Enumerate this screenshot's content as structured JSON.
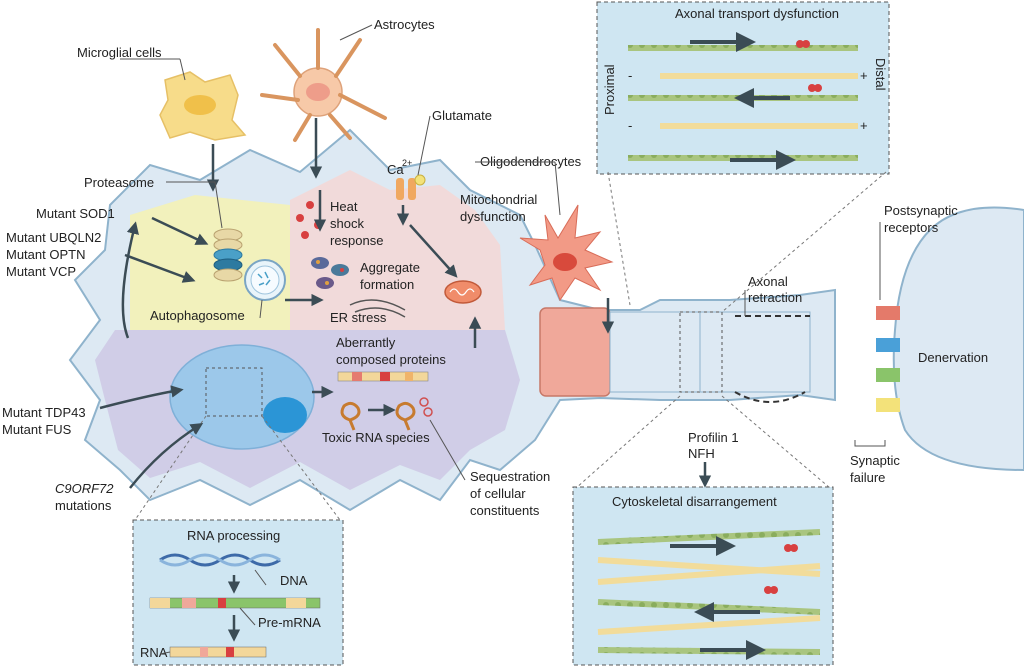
{
  "labels": {
    "microglial_cells": "Microglial cells",
    "astrocytes": "Astrocytes",
    "glutamate": "Glutamate",
    "ca2_ion": "Ca",
    "ca2_sup": "2+",
    "oligodendrocytes": "Oligodendrocytes",
    "proteasome": "Proteasome",
    "mutant_sod1": "Mutant SOD1",
    "mutant_ubqln2": "Mutant UBQLN2",
    "mutant_optn": "Mutant OPTN",
    "mutant_vcp": "Mutant VCP",
    "heat_shock_1": "Heat",
    "heat_shock_2": "shock",
    "heat_shock_3": "response",
    "aggregate_1": "Aggregate",
    "aggregate_2": "formation",
    "mito_1": "Mitochondrial",
    "mito_2": "dysfunction",
    "autophagosome": "Autophagosome",
    "er_stress": "ER stress",
    "aberrant_1": "Aberrantly",
    "aberrant_2": "composed proteins",
    "mutant_tdp43": "Mutant TDP43",
    "mutant_fus": "Mutant FUS",
    "toxic_rna": "Toxic RNA species",
    "c9orf72_1": "C9ORF72",
    "c9orf72_2": "mutations",
    "sequestration_1": "Sequestration",
    "sequestration_2": "of cellular",
    "sequestration_3": "constituents",
    "axonal_1": "Axonal",
    "axonal_2": "retraction",
    "postsynaptic_1": "Postsynaptic",
    "postsynaptic_2": "receptors",
    "denervation": "Denervation",
    "synaptic_1": "Synaptic",
    "synaptic_2": "failure",
    "profilin": "Profilin 1",
    "nfh": "NFH"
  },
  "boxes": {
    "axonal_transport": {
      "title": "Axonal transport dysfunction",
      "proximal": "Proximal",
      "distal": "Distal",
      "minus": "-",
      "plus": "+"
    },
    "cytoskeletal": {
      "title": "Cytoskeletal disarrangement"
    },
    "rna_processing": {
      "title": "RNA processing",
      "dna": "DNA",
      "pre_mrna": "Pre-mRNA",
      "rna": "RNA"
    }
  },
  "colors": {
    "neuron_fill": "#dde9f3",
    "neuron_stroke": "#8fb3cc",
    "yellow_zone": "#f2f1b8",
    "pink_zone": "#f1d9d8",
    "purple_zone": "#cfcbe6",
    "nucleus": "#9cc8ea",
    "nucleolus": "#2b95d6",
    "box_fill": "#cfe6f2",
    "myelin": "#f0a89a",
    "microtubule": "#9dbb74",
    "arrow": "#3b4c55"
  }
}
